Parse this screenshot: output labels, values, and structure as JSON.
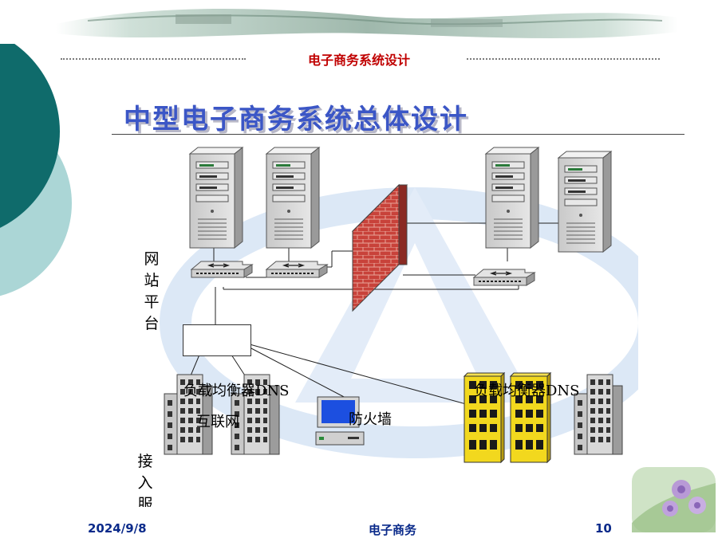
{
  "header": {
    "course_title": "电子商务系统设计"
  },
  "slide": {
    "title": "中型电子商务系统总体设计"
  },
  "diagram": {
    "website_platform_label": "网站平台",
    "access_service_label": "接入服",
    "load_balancer_dns_left": "负载均衡器DNS",
    "internet_label": "互联网",
    "firewall_label": "防火墙",
    "load_balancer_dns_right": "负载均衡器DNS"
  },
  "footer": {
    "date": "2024/9/8",
    "center": "电子商务",
    "page": "10"
  },
  "colors": {
    "accent_red": "#c00000",
    "title_blue": "#3b56c6",
    "footer_blue": "#0a2a8a",
    "teal": "#0f6b6b",
    "brick": "#c8423a"
  }
}
